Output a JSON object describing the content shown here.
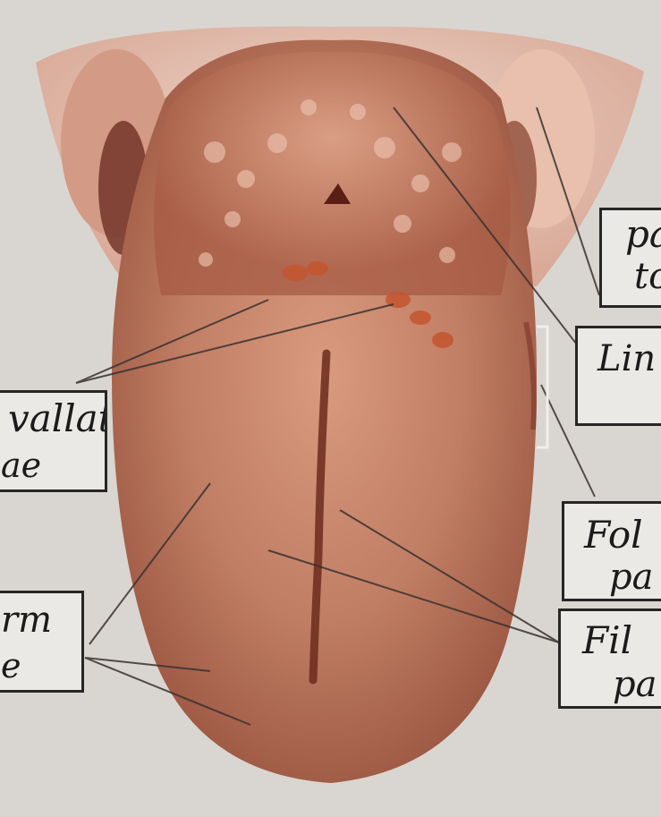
{
  "figure": {
    "subject": "Human tongue (dorsal surface)",
    "colors": {
      "background": "#d9d6d1",
      "tongue_base": "#b8735a",
      "tongue_dark": "#8a4632",
      "tongue_light": "#e0a98e",
      "epiglottis": "#e9c7b9",
      "leader_line": "#3a3130",
      "box_border": "#262626"
    }
  },
  "labels": [
    {
      "id": "circumvallate",
      "lines": [
        "vallate",
        "ae"
      ]
    },
    {
      "id": "fungiform",
      "lines": [
        "rm",
        "e"
      ]
    },
    {
      "id": "palatine",
      "lines": [
        "pa",
        "to"
      ]
    },
    {
      "id": "lingual",
      "lines": [
        "Lin"
      ]
    },
    {
      "id": "foliate",
      "lines": [
        "Fol",
        "pa"
      ]
    },
    {
      "id": "filiform",
      "lines": [
        "Fil",
        "pa"
      ]
    }
  ]
}
